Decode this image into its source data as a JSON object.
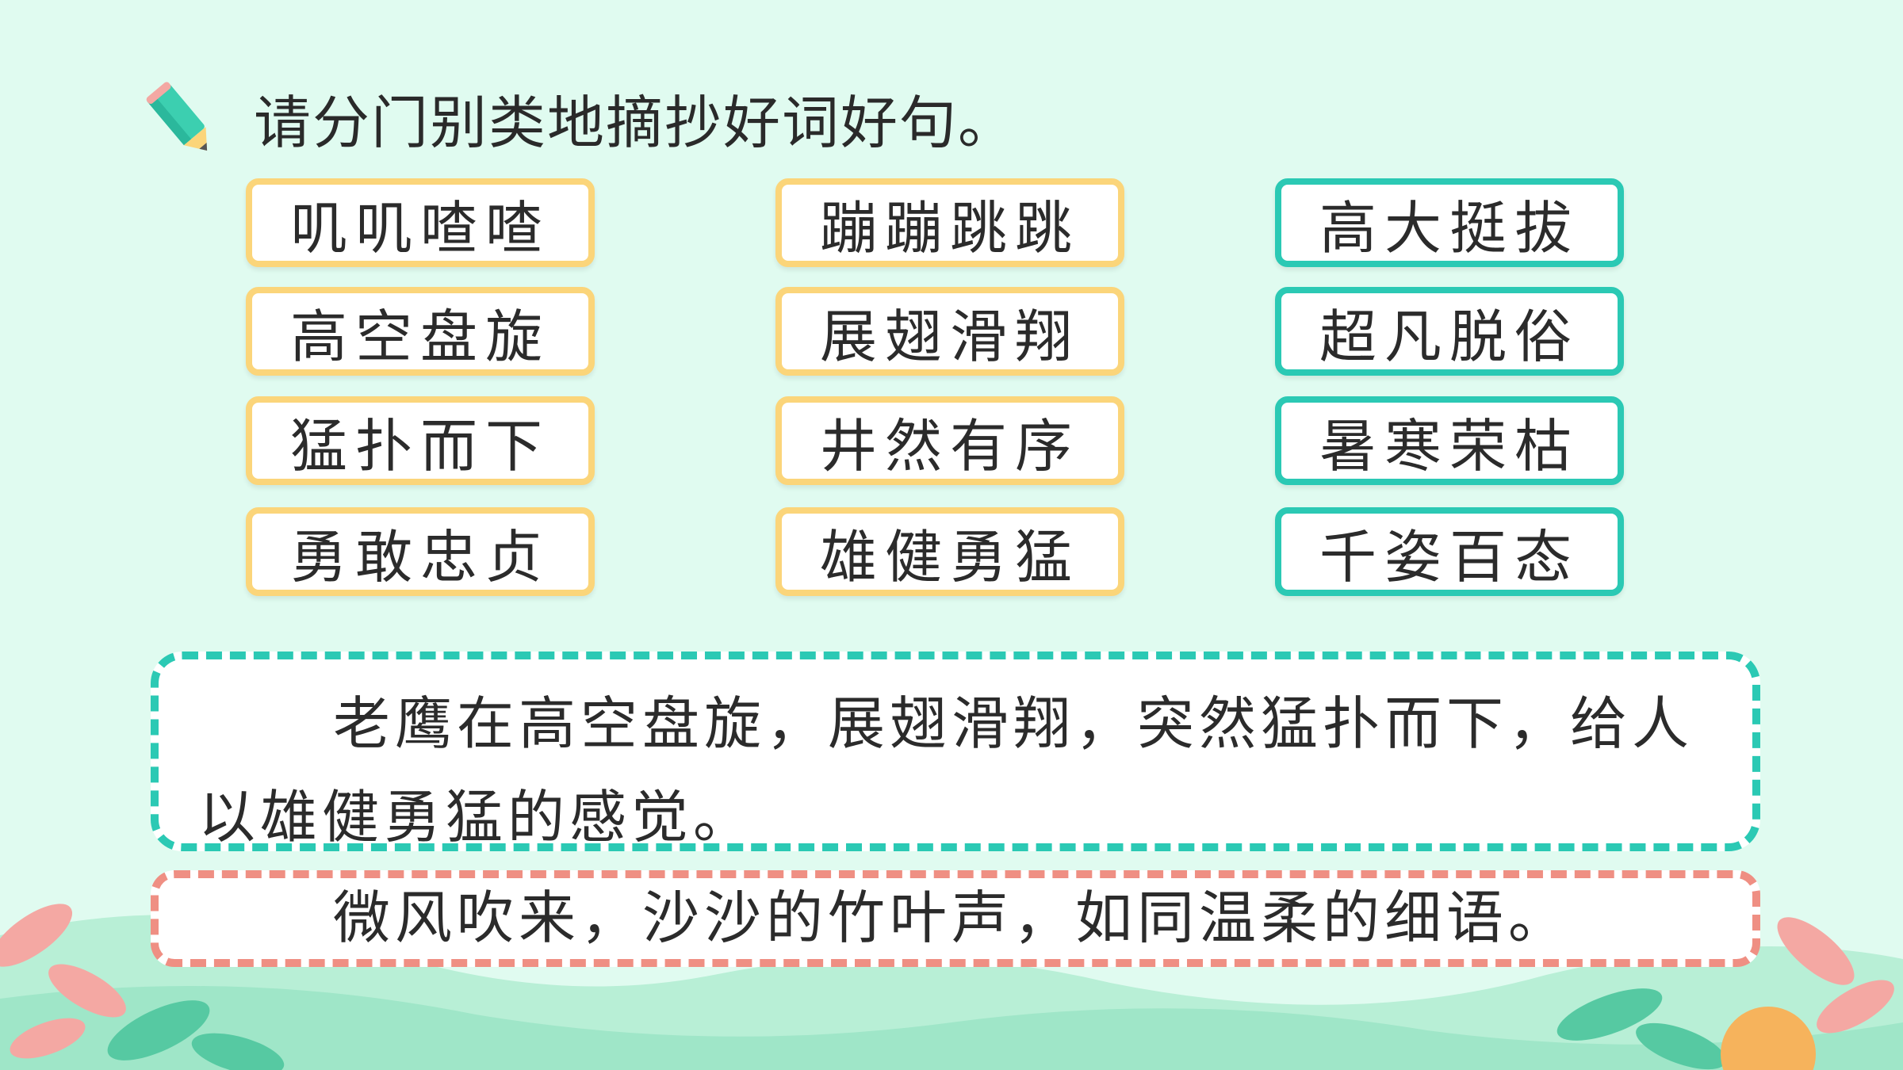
{
  "instruction": "请分门别类地摘抄好词好句。",
  "icons": {
    "pencil": "pencil-icon"
  },
  "colors": {
    "background": "#e0fbf0",
    "yellow_border": "#fbd57a",
    "teal_border": "#2bc9b4",
    "pink_border": "#ef8f83"
  },
  "words": {
    "column1": [
      "叽叽喳喳",
      "高空盘旋",
      "猛扑而下",
      "勇敢忠贞"
    ],
    "column2": [
      "蹦蹦跳跳",
      "展翅滑翔",
      "井然有序",
      "雄健勇猛"
    ],
    "column3": [
      "高大挺拔",
      "超凡脱俗",
      "暑寒荣枯",
      "千姿百态"
    ]
  },
  "sentences": [
    "老鹰在高空盘旋，展翅滑翔，突然猛扑而下，给人以雄健勇猛的感觉。",
    "微风吹来，沙沙的竹叶声，如同温柔的细语。"
  ]
}
